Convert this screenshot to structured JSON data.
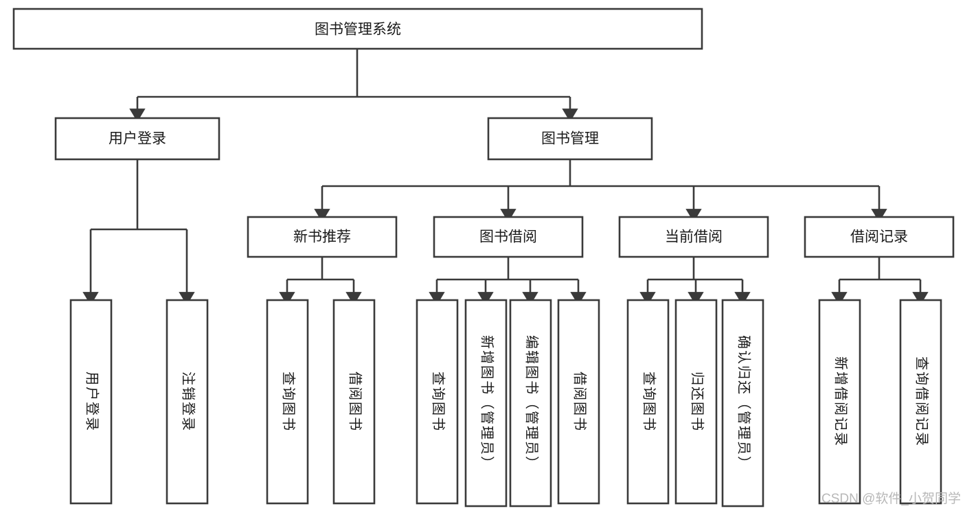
{
  "diagram": {
    "title": "图书管理系统",
    "watermark": "CSDN @软件_小贺同学",
    "colors": {
      "stroke": "#3a3a3a",
      "fill": "#ffffff",
      "text": "#1a1a1a",
      "watermark": "#b8b8b8",
      "background": "#ffffff"
    },
    "root": {
      "label": "图书管理系统"
    },
    "level2": [
      {
        "label": "用户登录"
      },
      {
        "label": "图书管理"
      }
    ],
    "level3": [
      {
        "label": "新书推荐"
      },
      {
        "label": "图书借阅"
      },
      {
        "label": "当前借阅"
      },
      {
        "label": "借阅记录"
      }
    ],
    "leaves": {
      "user_login": [
        {
          "label": "用户登录"
        },
        {
          "label": "注销登录"
        }
      ],
      "new_book_recommend": [
        {
          "label": "查询图书"
        },
        {
          "label": "借阅图书"
        }
      ],
      "book_borrow": [
        {
          "label": "查询图书"
        },
        {
          "label": "新增图书（管理员）"
        },
        {
          "label": "编辑图书（管理员）"
        },
        {
          "label": "借阅图书"
        }
      ],
      "current_borrow": [
        {
          "label": "查询图书"
        },
        {
          "label": "归还图书"
        },
        {
          "label": "确认归还（管理员）"
        }
      ],
      "borrow_record": [
        {
          "label": "新增借阅记录"
        },
        {
          "label": "查询借阅记录"
        }
      ]
    }
  }
}
